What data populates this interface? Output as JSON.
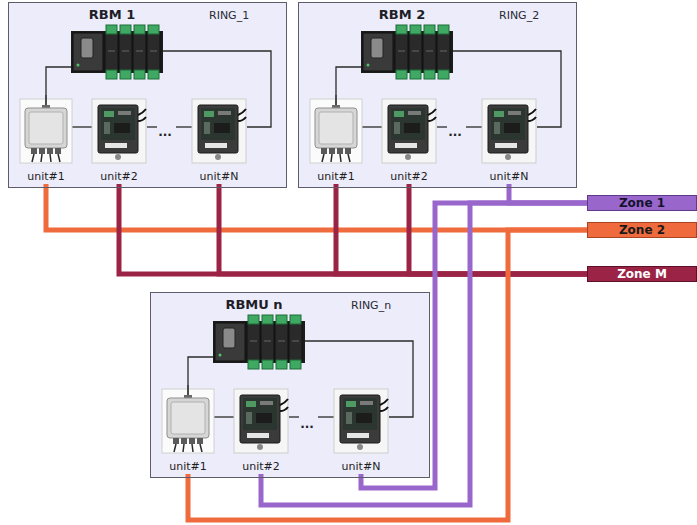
{
  "diagram": {
    "nodes": [
      {
        "text": [
          "RBM 1",
          "RING_1"
        ]
      },
      {
        "text": [
          "unit#1"
        ],
        "in": 0
      },
      {
        "text": [
          "unit#2"
        ],
        "in": 0
      },
      {
        "text": [
          "unit#N"
        ],
        "in": 0
      },
      {
        "text": [
          "RBM 2",
          "RING_2"
        ]
      },
      {
        "text": [
          "unit#1"
        ],
        "in": 4
      },
      {
        "text": [
          "unit#2"
        ],
        "in": 4
      },
      {
        "text": [
          "unit#N"
        ],
        "in": 4
      },
      {
        "text": [
          "Zone 1"
        ]
      },
      {
        "text": [
          "Zone 2"
        ]
      },
      {
        "text": [
          "Zone M"
        ]
      },
      {
        "text": [
          "RBMU n",
          "RING_n"
        ]
      },
      {
        "text": [
          "unit#1"
        ],
        "in": 11
      },
      {
        "text": [
          "unit#2"
        ],
        "in": 11
      },
      {
        "text": [
          "unit#N"
        ],
        "in": 11
      }
    ],
    "edges": [
      {
        "from": 1,
        "to": 9,
        "arrow": "none"
      },
      {
        "from": 2,
        "to": 10,
        "arrow": "none"
      },
      {
        "from": 3,
        "to": 10,
        "arrow": "none"
      },
      {
        "from": 5,
        "to": 10,
        "arrow": "none"
      },
      {
        "from": 6,
        "to": 10,
        "arrow": "none"
      },
      {
        "from": 7,
        "to": 8,
        "arrow": "none"
      },
      {
        "from": 12,
        "to": 9,
        "arrow": "none"
      },
      {
        "from": 13,
        "to": 8,
        "arrow": "none"
      },
      {
        "from": 14,
        "to": 8,
        "arrow": "none"
      }
    ],
    "labels": [
      "...",
      "...",
      "..."
    ]
  }
}
